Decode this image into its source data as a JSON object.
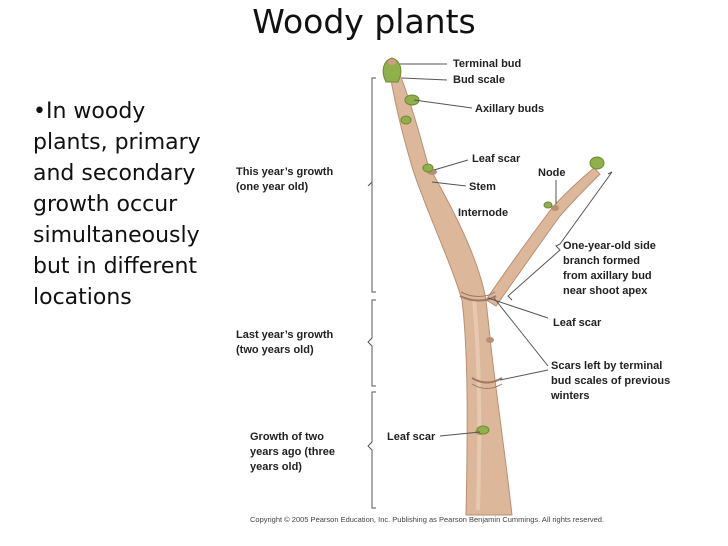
{
  "title": "Woody plants",
  "bullet": {
    "lines": [
      "•In woody",
      "plants, primary",
      "and secondary",
      "growth occur",
      "simultaneously",
      "but in different",
      "locations"
    ]
  },
  "labels": {
    "terminal_bud": "Terminal bud",
    "bud_scale": "Bud scale",
    "axillary_buds": "Axillary buds",
    "leaf_scar_upper": "Leaf scar",
    "node": "Node",
    "stem": "Stem",
    "internode": "Internode",
    "side_branch": [
      "One-year-old side",
      "branch formed",
      "from axillary bud",
      "near shoot apex"
    ],
    "leaf_scar_right": "Leaf scar",
    "scars_terminal": [
      "Scars left by terminal",
      "bud scales of previous",
      "winters"
    ],
    "leaf_scar_lower": "Leaf scar",
    "this_year": [
      "This year’s growth",
      "(one year old)"
    ],
    "last_year": [
      "Last year’s growth",
      "(two years old)"
    ],
    "two_years_ago": [
      "Growth of two",
      "years ago (three",
      "years old)"
    ]
  },
  "copyright": "Copyright ©  2005 Pearson Education, Inc. Publishing as Pearson Benjamin Cummings. All rights reserved.",
  "colors": {
    "stem": "#dcb79a",
    "stem_dark": "#b98f73",
    "bud": "#8fb04a",
    "bud_tip": "#d69a8a"
  }
}
